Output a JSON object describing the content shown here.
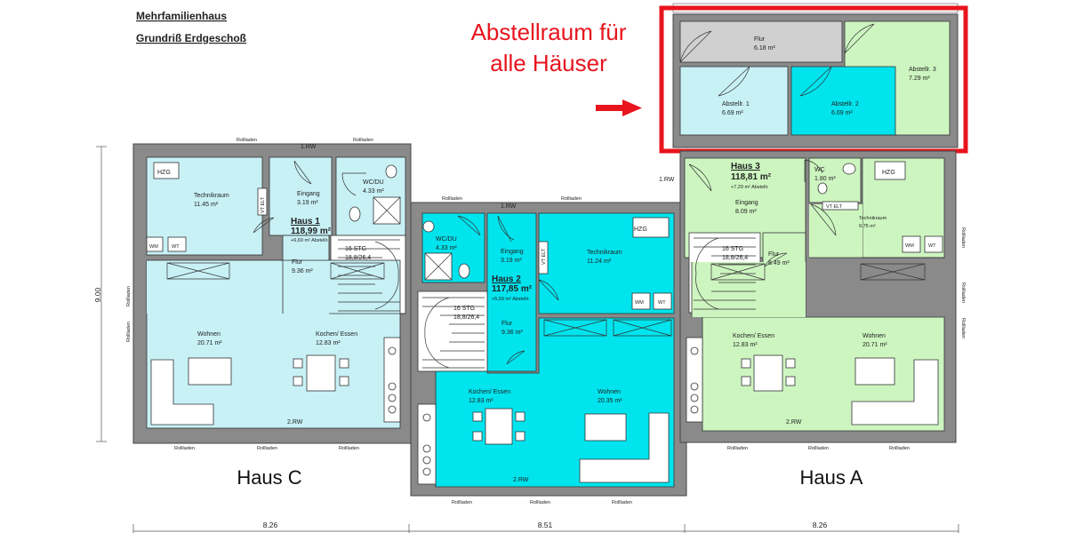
{
  "header": {
    "line1": "Mehrfamilienhaus",
    "line2": "Grundriß Erdgeschoß"
  },
  "callout": {
    "line1": "Abstellraum für",
    "line2": "alle Häuser",
    "color": "#e8141e"
  },
  "colors": {
    "haus_c": "#c8f1f6",
    "haus_2": "#00e4ee",
    "haus_a": "#cdf5c0",
    "corridor": "#d0d0d0",
    "wall": "#8a8a8a",
    "highlight": "#e8141e"
  },
  "storage": {
    "flur": {
      "name": "Flur",
      "area": "6.18 m²"
    },
    "a1": {
      "name": "Abstellr. 1",
      "area": "6.69 m²"
    },
    "a2": {
      "name": "Abstellr. 2",
      "area": "6.69 m²"
    },
    "a3": {
      "name": "Abstellr. 3",
      "area": "7.29 m²"
    }
  },
  "house_c": {
    "label": "Haus C",
    "title": "Haus 1",
    "total": "118,99 m²",
    "sub": "+6,69 m² Abstellr.",
    "rooms": {
      "technik": {
        "name": "Technikraum",
        "area": "11.45 m²"
      },
      "eingang": {
        "name": "Eingang",
        "area": "3.19 m²"
      },
      "wc": {
        "name": "WC/DU",
        "area": "4.33 m²"
      },
      "flur": {
        "name": "Flur",
        "area": "9.36 m²"
      },
      "wohnen": {
        "name": "Wohnen",
        "area": "20.71 m²"
      },
      "kochen": {
        "name": "Kochen/ Essen",
        "area": "12.83 m²"
      }
    },
    "stair": {
      "line1": "16 STG",
      "line2": "18,8/26,4"
    }
  },
  "house_2": {
    "title": "Haus 2",
    "total": "117,85 m²",
    "sub": "+5,59 m² Abstellr.",
    "rooms": {
      "wc": {
        "name": "WC/DU",
        "area": "4.33 m²"
      },
      "eingang": {
        "name": "Eingang",
        "area": "3.19 m²"
      },
      "technik": {
        "name": "Technikraum",
        "area": "11.24 m²"
      },
      "flur": {
        "name": "Flur",
        "area": "9.36 m²"
      },
      "kochen": {
        "name": "Kochen/ Essen",
        "area": "12.83 m²"
      },
      "wohnen": {
        "name": "Wohnen",
        "area": "20.35 m²"
      }
    },
    "stair": {
      "line1": "16 STG",
      "line2": "18,8/26,4"
    }
  },
  "house_a": {
    "label": "Haus A",
    "title": "Haus 3",
    "total": "118,81 m²",
    "sub": "+7,29 m² Abstellr.",
    "rooms": {
      "wc": {
        "name": "WC",
        "area": "1.80 m²"
      },
      "eingang": {
        "name": "Eingang",
        "area": "8.09 m²"
      },
      "technik": {
        "name": "Technikraum",
        "area": "9.75 m²"
      },
      "flur": {
        "name": "Flur",
        "area": "8.49 m²"
      },
      "kochen": {
        "name": "Kochen/ Essen",
        "area": "12.83 m²"
      },
      "wohnen": {
        "name": "Wohnen",
        "area": "20.71 m²"
      }
    },
    "stair": {
      "line1": "16 STG",
      "line2": "18,8/26,4"
    }
  },
  "labels": {
    "rollladen": "Rollladen",
    "rw1": "1.RW",
    "rw2": "2.RW",
    "hzg": "HZG",
    "wm": "WM",
    "wt": "WT",
    "vtelt": "VT ELT"
  },
  "dims": {
    "height": "9.00",
    "left": "8.26",
    "middle": "8.51",
    "right": "8.26"
  }
}
